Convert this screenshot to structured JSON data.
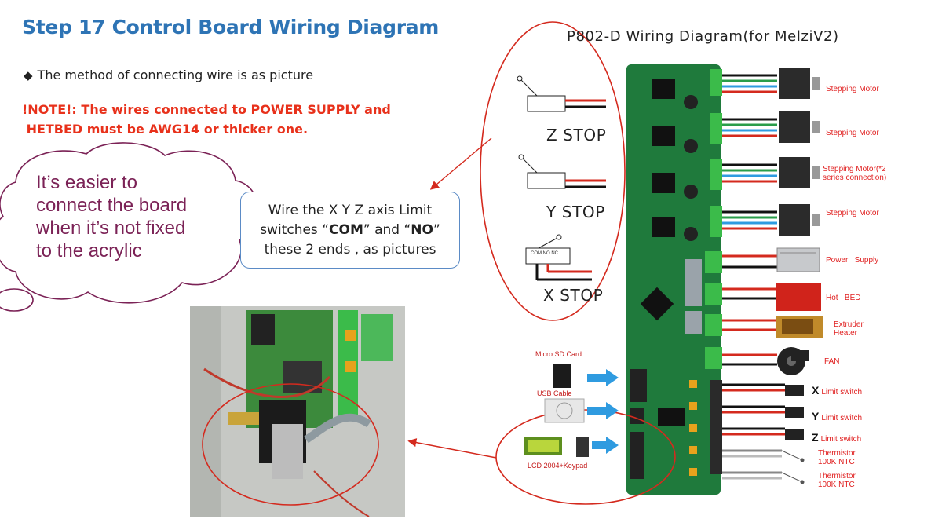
{
  "slide": {
    "title": "Step 17  Control Board Wiring Diagram",
    "bullet": "The method of connecting wire is as picture",
    "note_line1": "!NOTE!: The wires connected to POWER SUPPLY and",
    "note_line2": " HETBED must be AWG14 or thicker one.",
    "cloud_lines": [
      "It’s easier to",
      "connect the board",
      "when it’s not fixed",
      "to the acrylic"
    ],
    "callout": {
      "line1": "Wire the X Y Z axis Limit",
      "line2_pre": "switches “",
      "line2_com": "COM",
      "line2_mid": "” and “",
      "line2_no": "NO",
      "line2_post": "”",
      "line3": "these 2 ends , as pictures"
    }
  },
  "diagram": {
    "title": "P802-D  Wiring  Diagram(for MelziV2)",
    "stops": [
      "Z  STOP",
      "Y  STOP",
      "X  STOP"
    ],
    "switch_text": {
      "com": "COM",
      "no": "NO",
      "nc": "NC"
    },
    "side_labels": {
      "sd": "Micro SD Card",
      "usb": "USB Cable",
      "lcd": "LCD 2004+Keypad"
    },
    "devices": [
      {
        "name": "Stepping Motor"
      },
      {
        "name": "Stepping Motor"
      },
      {
        "name": "Stepping Motor(*2",
        "name2": "series connection)"
      },
      {
        "name": "Stepping Motor"
      },
      {
        "name": "Power   Supply"
      },
      {
        "name": "Hot   BED"
      },
      {
        "name": "Extruder",
        "name2": "Heater"
      },
      {
        "name": "FAN"
      },
      {
        "axis": "X",
        "name": "Limit switch"
      },
      {
        "axis": "Y",
        "name": "Limit switch"
      },
      {
        "axis": "Z",
        "name": "Limit switch"
      },
      {
        "name": "Thermistor",
        "name2": "100K NTC"
      },
      {
        "name": "Thermistor",
        "name2": "100K NTC"
      }
    ]
  },
  "colors": {
    "title_blue": "#2e74b5",
    "note_red": "#e8311b",
    "cloud_text": "#7b2256",
    "cloud_outline": "#7b2256",
    "ellipse_red": "#d42a1e",
    "board_green": "#1f7a3c",
    "arrow_blue": "#2f9be0",
    "label_red": "#e02020"
  }
}
